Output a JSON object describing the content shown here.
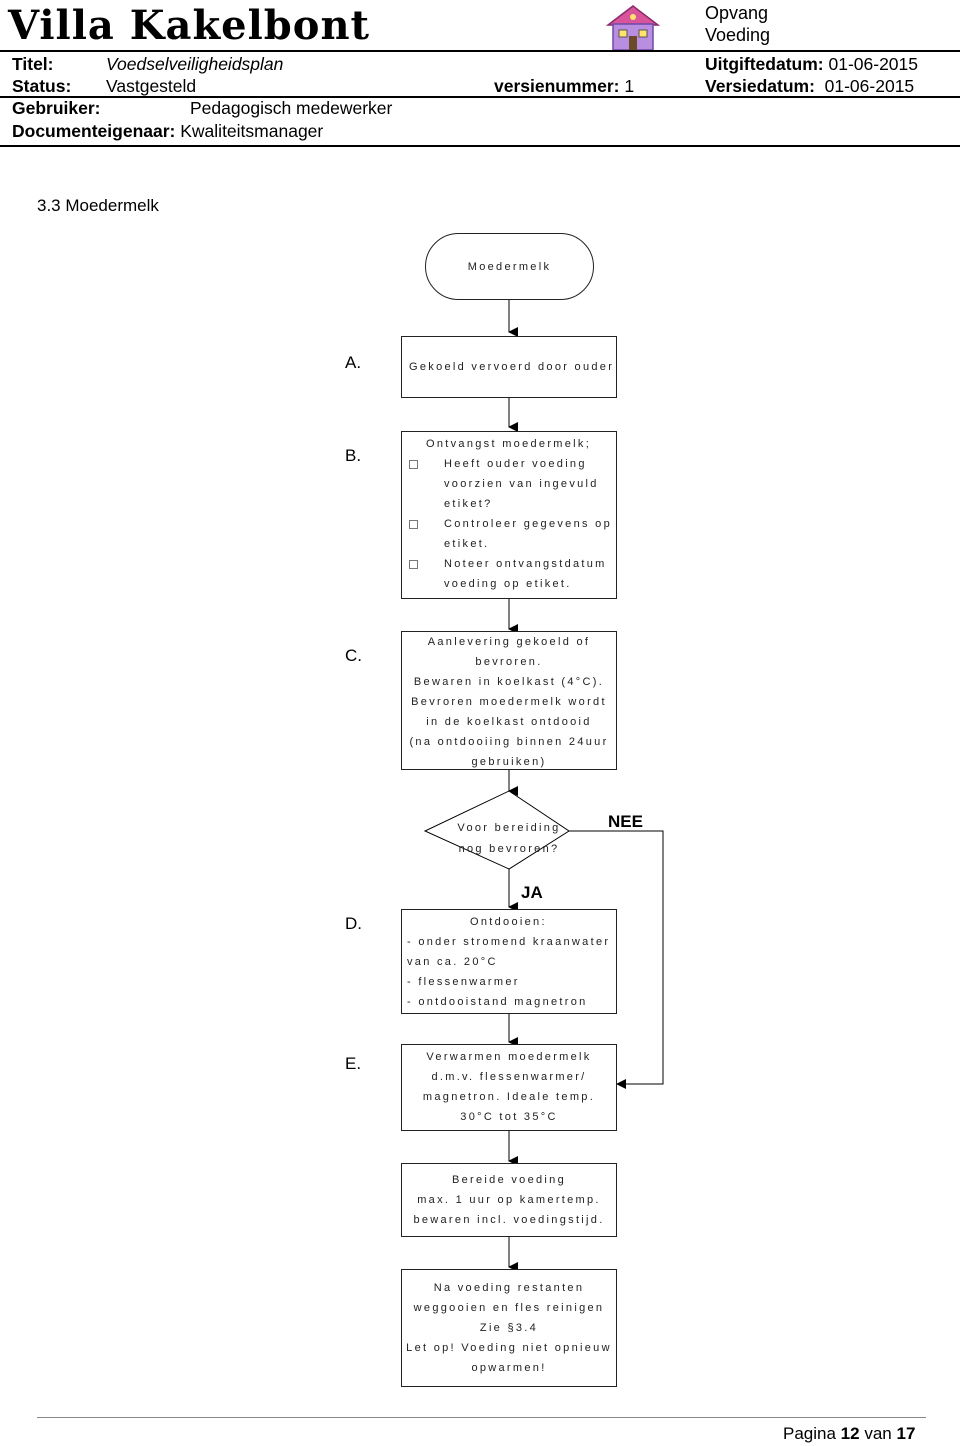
{
  "header": {
    "brand": "Villa Kakelbont",
    "top_right_1": "Opvang",
    "top_right_2": "Voeding",
    "title_label": "Titel:",
    "title_value": "Voedselveiligheidsplan",
    "status_label": "Status:",
    "status_value": "Vastgesteld",
    "version_label": "versienummer:",
    "version_value": "1",
    "issue_label": "Uitgiftedatum:",
    "issue_value": "01-06-2015",
    "revision_label": "Versiedatum:",
    "revision_value": "01-06-2015",
    "user_label": "Gebruiker:",
    "user_value": "Pedagogisch medewerker",
    "owner_label": "Documenteigenaar:",
    "owner_value": "Kwaliteitsmanager"
  },
  "section_title": "3.3 Moedermelk",
  "flow": {
    "start": "Moedermelk",
    "steps": [
      {
        "letter": "A.",
        "lines": [
          "Gekoeld vervoerd door ouder"
        ]
      },
      {
        "letter": "B.",
        "heading": "Ontvangst moedermelk;",
        "bullets": [
          [
            "Heeft ouder voeding",
            "voorzien van ingevuld",
            "etiket?"
          ],
          [
            "Controleer gegevens op",
            "etiket."
          ],
          [
            "Noteer ontvangstdatum",
            "voeding op etiket."
          ]
        ]
      },
      {
        "letter": "C.",
        "lines": [
          "Aanlevering gekoeld of",
          "bevroren.",
          "Bewaren in koelkast (4°C).",
          "Bevroren moedermelk wordt",
          "in de koelkast ontdooid",
          "(na ontdooiing binnen 24uur",
          "gebruiken)"
        ]
      },
      {
        "letter": "D.",
        "lines": [
          "Ontdooien:",
          "- onder stromend kraanwater",
          "van ca. 20°C",
          "- flessenwarmer",
          "- ontdooistand magnetron"
        ]
      },
      {
        "letter": "E.",
        "lines": [
          "Verwarmen moedermelk",
          "d.m.v. flessenwarmer/",
          "magnetron. Ideale temp.",
          "30°C tot 35°C"
        ]
      }
    ],
    "decision": [
      "Voor bereiding",
      "nog bevroren?"
    ],
    "yes_label": "JA",
    "no_label": "NEE",
    "prepare": [
      "Bereide voeding",
      "max. 1 uur op kamertemp.",
      "bewaren incl. voedingstijd."
    ],
    "after": [
      "Na voeding restanten",
      "weggooien en fles reinigen",
      "Zie §3.4",
      "Let op! Voeding niet opnieuw",
      "opwarmen!"
    ]
  },
  "footer": {
    "prefix": "Pagina",
    "page": "12",
    "mid": "van",
    "total": "17"
  }
}
